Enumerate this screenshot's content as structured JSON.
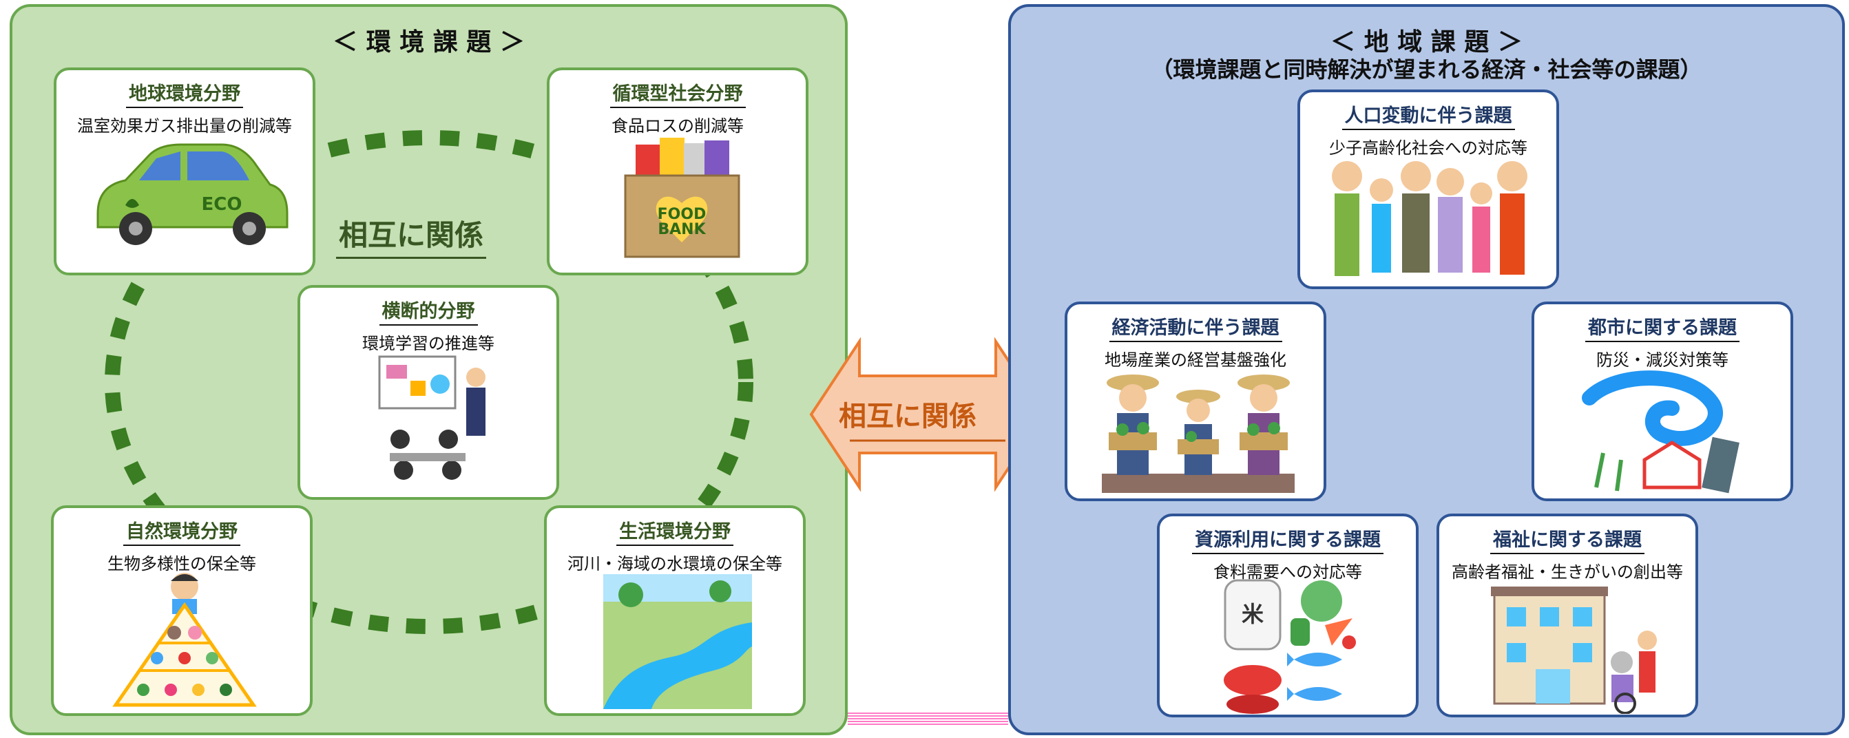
{
  "environment": {
    "title": "＜ 環 境 課 題 ＞",
    "center_label": "相互に関係",
    "cards": {
      "global": {
        "title": "地球環境分野",
        "subtitle": "温室効果ガス排出量の削減等",
        "car_text": "ECO"
      },
      "circular": {
        "title": "循環型社会分野",
        "subtitle": "食品ロスの削減等",
        "box_line1": "FOOD",
        "box_line2": "BANK"
      },
      "cross": {
        "title": "横断的分野",
        "subtitle": "環境学習の推進等"
      },
      "nature": {
        "title": "自然環境分野",
        "subtitle": "生物多様性の保全等"
      },
      "living": {
        "title": "生活環境分野",
        "subtitle": "河川・海域の水環境の保全等"
      }
    }
  },
  "arrow": {
    "label": "相互に関係"
  },
  "regional": {
    "title": "＜ 地 域 課 題 ＞",
    "subtitle": "（環境課題と同時解決が望まれる経済・社会等の課題）",
    "cards": {
      "population": {
        "title": "人口変動に伴う課題",
        "subtitle": "少子高齢化社会への対応等"
      },
      "economy": {
        "title": "経済活動に伴う課題",
        "subtitle": "地場産業の経営基盤強化"
      },
      "urban": {
        "title": "都市に関する課題",
        "subtitle": "防災・減災対策等"
      },
      "resources": {
        "title": "資源利用に関する課題",
        "subtitle": "食料需要への対応等",
        "rice_mark": "米"
      },
      "welfare": {
        "title": "福祉に関する課題",
        "subtitle": "高齢者福祉・生きがいの創出等"
      }
    }
  },
  "colors": {
    "env_bg": "#c5e0b4",
    "env_border": "#6aa84f",
    "reg_bg": "#b4c7e7",
    "reg_border": "#2f5597",
    "arrow_fill": "#f8cbad",
    "arrow_stroke": "#ed7d31"
  }
}
